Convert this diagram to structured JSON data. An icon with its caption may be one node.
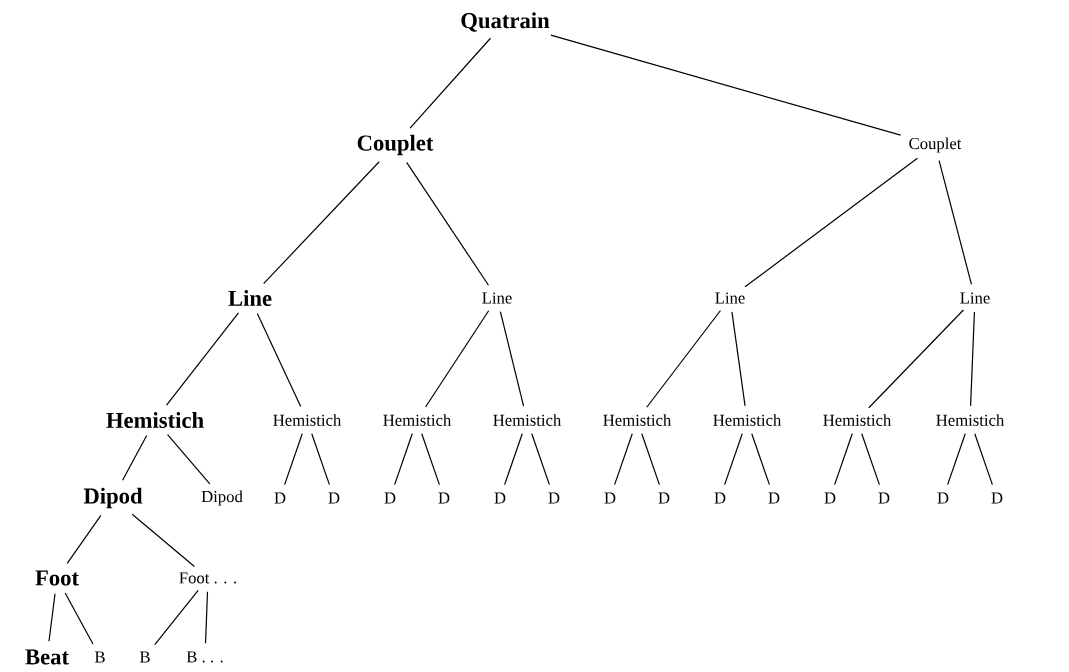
{
  "diagram": {
    "nodes": [
      {
        "text": [
          "Quatrain"
        ]
      },
      {
        "text": [
          "Couplet"
        ]
      },
      {
        "text": [
          "Couplet"
        ]
      },
      {
        "text": [
          "Line"
        ]
      },
      {
        "text": [
          "Line"
        ]
      },
      {
        "text": [
          "Line"
        ]
      },
      {
        "text": [
          "Line"
        ]
      },
      {
        "text": [
          "Hemistich"
        ]
      },
      {
        "text": [
          "Hemistich"
        ]
      },
      {
        "text": [
          "Hemistich"
        ]
      },
      {
        "text": [
          "Hemistich"
        ]
      },
      {
        "text": [
          "Hemistich"
        ]
      },
      {
        "text": [
          "Hemistich"
        ]
      },
      {
        "text": [
          "Hemistich"
        ]
      },
      {
        "text": [
          "Hemistich"
        ]
      },
      {
        "text": [
          "Dipod"
        ]
      },
      {
        "text": [
          "Dipod"
        ]
      },
      {
        "text": [
          "D"
        ]
      },
      {
        "text": [
          "D"
        ]
      },
      {
        "text": [
          "D"
        ]
      },
      {
        "text": [
          "D"
        ]
      },
      {
        "text": [
          "D"
        ]
      },
      {
        "text": [
          "D"
        ]
      },
      {
        "text": [
          "D"
        ]
      },
      {
        "text": [
          "D"
        ]
      },
      {
        "text": [
          "D"
        ]
      },
      {
        "text": [
          "D"
        ]
      },
      {
        "text": [
          "D"
        ]
      },
      {
        "text": [
          "D"
        ]
      },
      {
        "text": [
          "D"
        ]
      },
      {
        "text": [
          "D"
        ]
      },
      {
        "text": [
          "Foot"
        ]
      },
      {
        "text": [
          "Foot . . ."
        ]
      },
      {
        "text": [
          "Beat"
        ]
      },
      {
        "text": [
          "B"
        ]
      },
      {
        "text": [
          "B"
        ]
      },
      {
        "text": [
          "B . . ."
        ]
      }
    ],
    "edges": [
      {
        "from": 0,
        "to": 1,
        "arrow": "none"
      },
      {
        "from": 0,
        "to": 2,
        "arrow": "none"
      },
      {
        "from": 1,
        "to": 3,
        "arrow": "none"
      },
      {
        "from": 1,
        "to": 4,
        "arrow": "none"
      },
      {
        "from": 2,
        "to": 5,
        "arrow": "none"
      },
      {
        "from": 2,
        "to": 6,
        "arrow": "none"
      },
      {
        "from": 3,
        "to": 7,
        "arrow": "none"
      },
      {
        "from": 3,
        "to": 8,
        "arrow": "none"
      },
      {
        "from": 4,
        "to": 9,
        "arrow": "none"
      },
      {
        "from": 4,
        "to": 10,
        "arrow": "none"
      },
      {
        "from": 5,
        "to": 11,
        "arrow": "none"
      },
      {
        "from": 5,
        "to": 12,
        "arrow": "none"
      },
      {
        "from": 6,
        "to": 13,
        "arrow": "none"
      },
      {
        "from": 6,
        "to": 14,
        "arrow": "none"
      },
      {
        "from": 7,
        "to": 15,
        "arrow": "none"
      },
      {
        "from": 7,
        "to": 16,
        "arrow": "none"
      },
      {
        "from": 8,
        "to": 17,
        "arrow": "none"
      },
      {
        "from": 8,
        "to": 18,
        "arrow": "none"
      },
      {
        "from": 9,
        "to": 19,
        "arrow": "none"
      },
      {
        "from": 9,
        "to": 20,
        "arrow": "none"
      },
      {
        "from": 10,
        "to": 21,
        "arrow": "none"
      },
      {
        "from": 10,
        "to": 22,
        "arrow": "none"
      },
      {
        "from": 11,
        "to": 23,
        "arrow": "none"
      },
      {
        "from": 11,
        "to": 24,
        "arrow": "none"
      },
      {
        "from": 12,
        "to": 25,
        "arrow": "none"
      },
      {
        "from": 12,
        "to": 26,
        "arrow": "none"
      },
      {
        "from": 13,
        "to": 27,
        "arrow": "none"
      },
      {
        "from": 13,
        "to": 28,
        "arrow": "none"
      },
      {
        "from": 14,
        "to": 29,
        "arrow": "none"
      },
      {
        "from": 14,
        "to": 30,
        "arrow": "none"
      },
      {
        "from": 15,
        "to": 31,
        "arrow": "none"
      },
      {
        "from": 15,
        "to": 32,
        "arrow": "none"
      },
      {
        "from": 31,
        "to": 33,
        "arrow": "none"
      },
      {
        "from": 31,
        "to": 34,
        "arrow": "none"
      },
      {
        "from": 32,
        "to": 35,
        "arrow": "none"
      },
      {
        "from": 32,
        "to": 36,
        "arrow": "none"
      }
    ]
  }
}
